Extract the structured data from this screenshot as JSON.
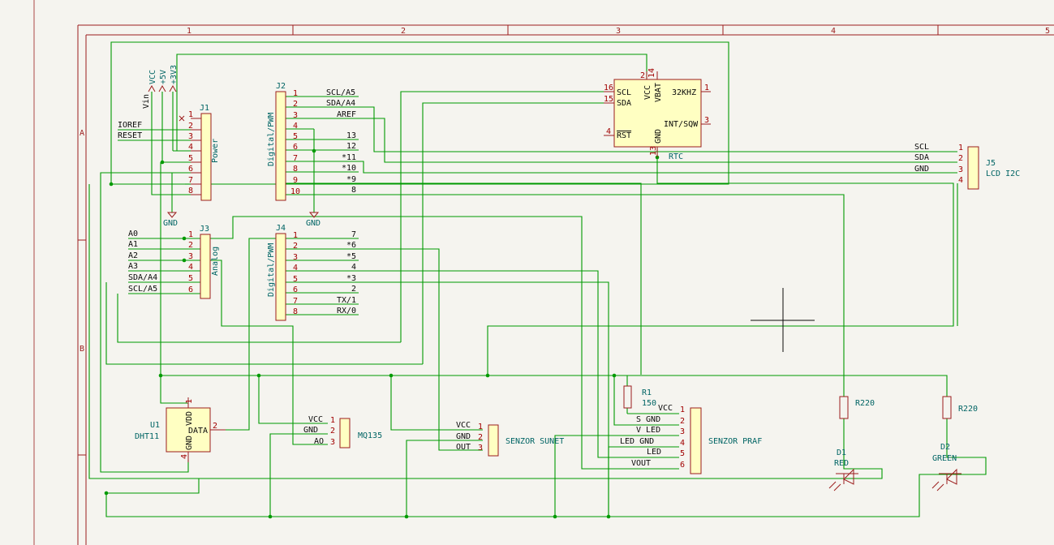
{
  "border": {
    "columns": [
      "1",
      "2",
      "3",
      "4",
      "5"
    ],
    "rows": [
      "A",
      "B"
    ]
  },
  "colors": {
    "background": "#f5f4ef",
    "wire": "#009a00",
    "frame": "#9b1c1c",
    "pin": "#9b1c1c",
    "body_fill": "#ffffc2",
    "text_teal": "#006464"
  },
  "power_labels": [
    "VCC",
    "+5V",
    "+3V3",
    "GND",
    "GND"
  ],
  "j1": {
    "ref": "J1",
    "value": "Power",
    "pins": [
      "1",
      "2",
      "3",
      "4",
      "5",
      "6",
      "7",
      "8"
    ],
    "labels": [
      "IOREF",
      "RESET",
      "Vin"
    ]
  },
  "j2": {
    "ref": "J2",
    "value": "Digital/PWM",
    "pins": [
      "1",
      "2",
      "3",
      "4",
      "5",
      "6",
      "7",
      "8",
      "9",
      "10"
    ],
    "labels": [
      "SCL/A5",
      "SDA/A4",
      "AREF",
      "13",
      "12",
      "*11",
      "*10",
      "*9",
      "8"
    ]
  },
  "j3": {
    "ref": "J3",
    "value": "Analog",
    "pins": [
      "1",
      "2",
      "3",
      "4",
      "5",
      "6"
    ],
    "labels": [
      "A0",
      "A1",
      "A2",
      "A3",
      "SDA/A4",
      "SCL/A5"
    ]
  },
  "j4": {
    "ref": "J4",
    "value": "Digital/PWM",
    "pins": [
      "1",
      "2",
      "3",
      "4",
      "5",
      "6",
      "7",
      "8"
    ],
    "labels": [
      "7",
      "*6",
      "*5",
      "4",
      "*3",
      "2",
      "TX/1",
      "RX/0"
    ]
  },
  "rtc": {
    "ref": "RTC",
    "freq": "32KHZ",
    "pins": {
      "scl": "16",
      "sda": "15",
      "vcc": "2",
      "vbat": "14",
      "out32": "1",
      "int": "3",
      "rst": "4",
      "gnd": "13"
    },
    "labels": {
      "scl": "SCL",
      "sda": "SDA",
      "vcc": "VCC",
      "vbat": "VBAT",
      "int": "INT/SQW",
      "rst": "RST",
      "gnd": "GND"
    }
  },
  "j5": {
    "ref": "J5",
    "value": "LCD I2C",
    "pins": [
      "1",
      "2",
      "3",
      "4"
    ],
    "labels": [
      "SCL",
      "SDA",
      "GND"
    ]
  },
  "u1": {
    "ref": "U1",
    "value": "DHT11",
    "labels": {
      "vdd": "VDD",
      "data": "DATA",
      "gnd": "GND"
    },
    "pins": {
      "vdd": "1",
      "data": "2",
      "gnd": "4"
    }
  },
  "mq135": {
    "value": "MQ135",
    "pins": [
      "1",
      "2",
      "3"
    ],
    "labels": [
      "VCC",
      "GND",
      "AO"
    ]
  },
  "sunet": {
    "value": "SENZOR SUNET",
    "pins": [
      "1",
      "2",
      "3"
    ],
    "labels": [
      "VCC",
      "GND",
      "OUT"
    ]
  },
  "praf": {
    "value": "SENZOR PRAF",
    "pins": [
      "1",
      "2",
      "3",
      "4",
      "5",
      "6"
    ],
    "labels": [
      "VCC",
      "S GND",
      "V LED",
      "LED GND",
      "LED",
      "VOUT"
    ]
  },
  "r1": {
    "ref": "R1",
    "value": "150"
  },
  "r2": {
    "value": "R220"
  },
  "r3": {
    "value": "R220"
  },
  "d1": {
    "ref": "D1",
    "value": "RED"
  },
  "d2": {
    "ref": "D2",
    "value": "GREEN"
  }
}
